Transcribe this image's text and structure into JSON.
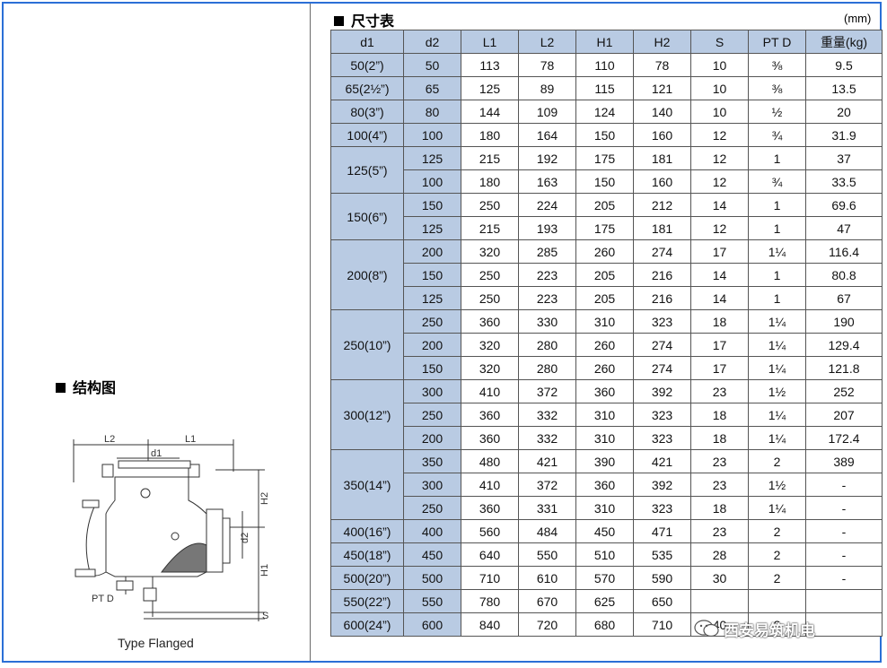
{
  "structure": {
    "title": "结构图",
    "caption": "Type Flanged",
    "labels": {
      "L2": "L2",
      "L1": "L1",
      "d1": "d1",
      "H2": "H2",
      "H1": "H1",
      "d2": "d2",
      "S": "S",
      "ptd": "PT D"
    }
  },
  "dimensions": {
    "title": "尺寸表",
    "unit": "(mm)",
    "headers": [
      "d1",
      "d2",
      "L1",
      "L2",
      "H1",
      "H2",
      "S",
      "PT D",
      "重量(kg)"
    ],
    "groups": [
      {
        "d1": "50(2”)",
        "rows": [
          [
            "50",
            "113",
            "78",
            "110",
            "78",
            "10",
            "⅜",
            "9.5"
          ]
        ]
      },
      {
        "d1": "65(2½”)",
        "rows": [
          [
            "65",
            "125",
            "89",
            "115",
            "121",
            "10",
            "⅜",
            "13.5"
          ]
        ]
      },
      {
        "d1": "80(3”)",
        "rows": [
          [
            "80",
            "144",
            "109",
            "124",
            "140",
            "10",
            "½",
            "20"
          ]
        ]
      },
      {
        "d1": "100(4”)",
        "rows": [
          [
            "100",
            "180",
            "164",
            "150",
            "160",
            "12",
            "¾",
            "31.9"
          ]
        ]
      },
      {
        "d1": "125(5”)",
        "rows": [
          [
            "125",
            "215",
            "192",
            "175",
            "181",
            "12",
            "1",
            "37"
          ],
          [
            "100",
            "180",
            "163",
            "150",
            "160",
            "12",
            "¾",
            "33.5"
          ]
        ]
      },
      {
        "d1": "150(6”)",
        "rows": [
          [
            "150",
            "250",
            "224",
            "205",
            "212",
            "14",
            "1",
            "69.6"
          ],
          [
            "125",
            "215",
            "193",
            "175",
            "181",
            "12",
            "1",
            "47"
          ]
        ]
      },
      {
        "d1": "200(8”)",
        "rows": [
          [
            "200",
            "320",
            "285",
            "260",
            "274",
            "17",
            "1¼",
            "116.4"
          ],
          [
            "150",
            "250",
            "223",
            "205",
            "216",
            "14",
            "1",
            "80.8"
          ],
          [
            "125",
            "250",
            "223",
            "205",
            "216",
            "14",
            "1",
            "67"
          ]
        ]
      },
      {
        "d1": "250(10”)",
        "rows": [
          [
            "250",
            "360",
            "330",
            "310",
            "323",
            "18",
            "1¼",
            "190"
          ],
          [
            "200",
            "320",
            "280",
            "260",
            "274",
            "17",
            "1¼",
            "129.4"
          ],
          [
            "150",
            "320",
            "280",
            "260",
            "274",
            "17",
            "1¼",
            "121.8"
          ]
        ]
      },
      {
        "d1": "300(12”)",
        "rows": [
          [
            "300",
            "410",
            "372",
            "360",
            "392",
            "23",
            "1½",
            "252"
          ],
          [
            "250",
            "360",
            "332",
            "310",
            "323",
            "18",
            "1¼",
            "207"
          ],
          [
            "200",
            "360",
            "332",
            "310",
            "323",
            "18",
            "1¼",
            "172.4"
          ]
        ]
      },
      {
        "d1": "350(14”)",
        "rows": [
          [
            "350",
            "480",
            "421",
            "390",
            "421",
            "23",
            "2",
            "389"
          ],
          [
            "300",
            "410",
            "372",
            "360",
            "392",
            "23",
            "1½",
            "-"
          ],
          [
            "250",
            "360",
            "331",
            "310",
            "323",
            "18",
            "1¼",
            "-"
          ]
        ]
      },
      {
        "d1": "400(16”)",
        "rows": [
          [
            "400",
            "560",
            "484",
            "450",
            "471",
            "23",
            "2",
            "-"
          ]
        ]
      },
      {
        "d1": "450(18”)",
        "rows": [
          [
            "450",
            "640",
            "550",
            "510",
            "535",
            "28",
            "2",
            "-"
          ]
        ]
      },
      {
        "d1": "500(20”)",
        "rows": [
          [
            "500",
            "710",
            "610",
            "570",
            "590",
            "30",
            "2",
            "-"
          ]
        ]
      },
      {
        "d1": "550(22”)",
        "rows": [
          [
            "550",
            "780",
            "670",
            "625",
            "650",
            "",
            "",
            ""
          ]
        ]
      },
      {
        "d1": "600(24”)",
        "rows": [
          [
            "600",
            "840",
            "720",
            "680",
            "710",
            "40",
            "2",
            ""
          ]
        ]
      }
    ]
  },
  "watermark": {
    "text": "西安易筑机电",
    "icon": "wechat-icon"
  },
  "colors": {
    "frame": "#2b6fd6",
    "header_fill": "#b9cbe3"
  }
}
